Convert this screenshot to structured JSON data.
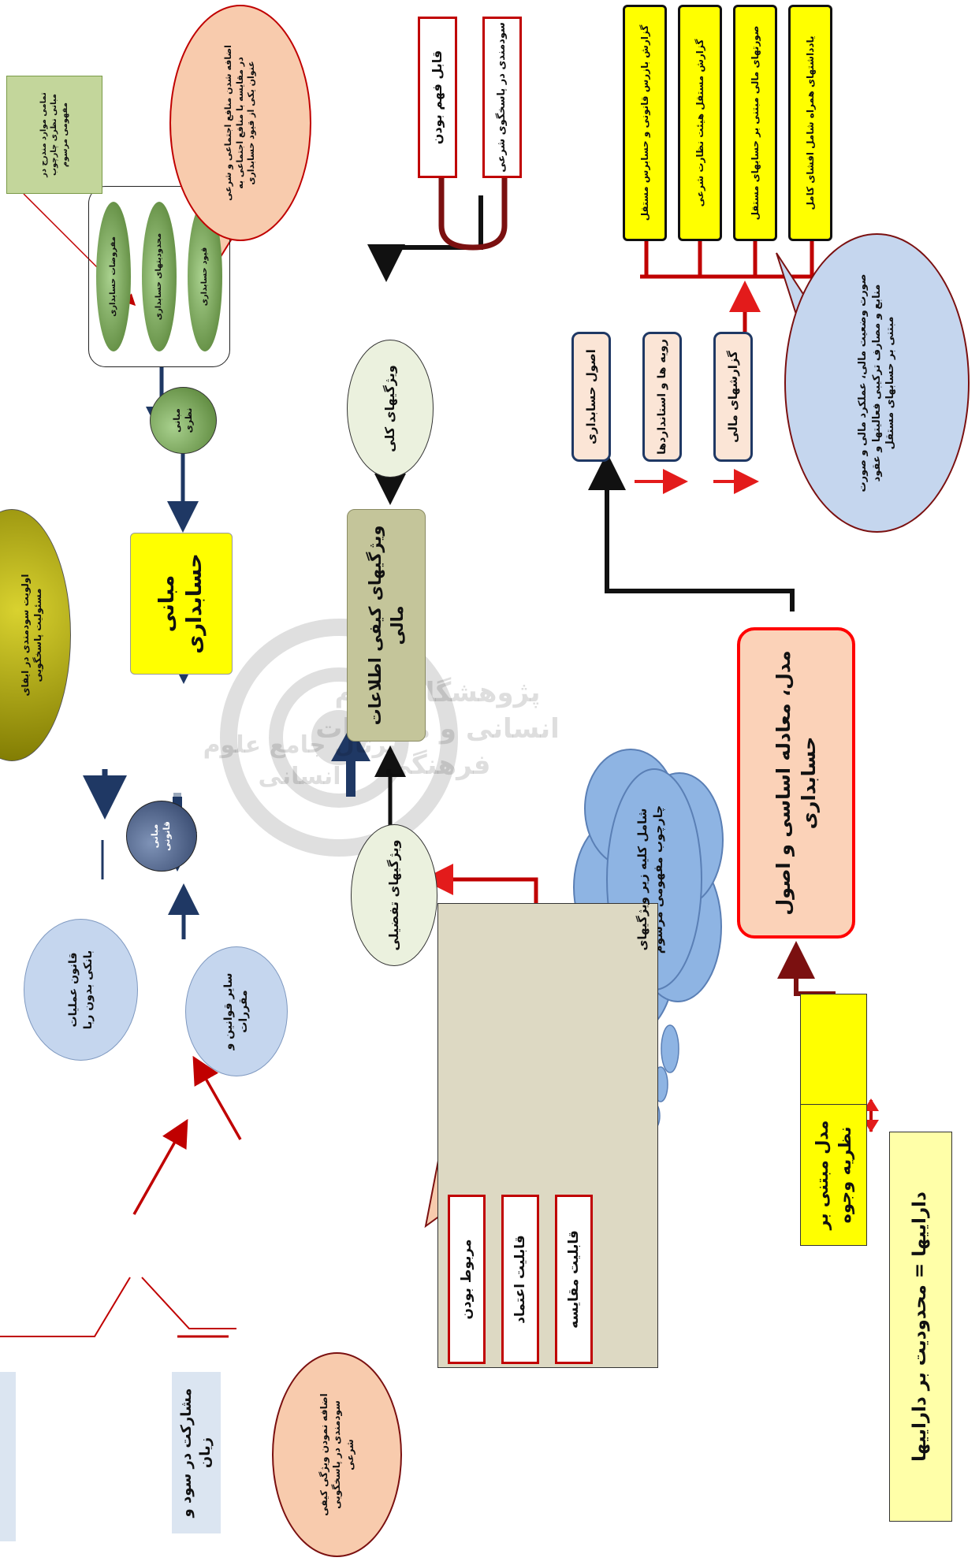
{
  "main": {
    "foundations": "مبانی حسابداری",
    "qualitative": "ویژگیهای کیفی اطلاعات مالی",
    "model": "مدل، معادله اساسی و اصول حسابداری"
  },
  "left": {
    "legal_basis": "مبانی قانونی",
    "banking_law": "قانون عملیات بانکی بدون ربا",
    "other_laws": "سایر قوانین و مقررات",
    "profit_loss": "مشارکت در سود و زیان",
    "priority": "اولویت سودمندی در ایفای مسئولیت پاسخگویی"
  },
  "upper": {
    "theory_basis": "مبانی نظری",
    "assumptions": "مفروضات حسابداری",
    "constraints": "محدودیتهای حسابداری",
    "conventions": "قیود حسابداری",
    "note_all_items": "تمامی موارد مندرج در مبانی نظری چارچوب مفهومی مرسوم",
    "callout_constraints": "اضافه شدن منافع اجتماعی و شرعی در مقایسه با منافع اجتماعی به عنوان یکی از قیود حسابداری"
  },
  "general": {
    "general_traits": "ویژگیهای کلی",
    "understandable": "قابل فهم بودن",
    "sharia_usefulness": "سودمندی در پاسخگوی شرعی"
  },
  "detail": {
    "detailed_traits": "ویژگیهای تفضیلی",
    "relevant": "مربوط بودن",
    "reliability": "قابلیت اعتماد",
    "comparability": "قابلیت مقایسه",
    "callout_added": "اضافه نمودن ویژگی کیفی سودمندی در پاسخگویی شرعی",
    "cloud": "شامل کلیه زیر ویژگیهای چارچوب مفهومی مرسوم"
  },
  "model_side": {
    "fund_theory": "مدل مبتنی بر نظریه وجوه",
    "equation": "داراییها = محدودیت بر داراییها"
  },
  "reports": {
    "principles": "اصول حسابداری",
    "procedures": "رویه ها و استانداردها",
    "fin_reports": "گزارشهای مالی",
    "notes": "یادداشتهای همراه شامل افشای کامل",
    "statements": "صورتهای مالی مبتنی بر حسابهای مستقل",
    "sharia_board": "گزارش مستقل هیئت نظارت شرعی",
    "auditor": "گزارش بازرس قانونی و حسابرس مستقل",
    "callout_statements": "صورت وضعیت مالی، عملکرد مالی و صورت منابع و مصارف ترکیبی فعالیتها و عقود مبتنی بر حسابهای مستقل"
  },
  "watermark": {
    "line1": "پژوهشگاه علوم انسانی و مطالعات فرهنگی",
    "line2": "پرتال جامع علوم انسانی"
  },
  "colors": {
    "yellow": "#ffff00",
    "red_border": "#c00000",
    "navy_arrow": "#1f3864",
    "khaki": "#c4c59a",
    "peach": "#f8cbad",
    "light_blue": "#c5d6ee",
    "cloud_blue": "#8eb4e3"
  }
}
